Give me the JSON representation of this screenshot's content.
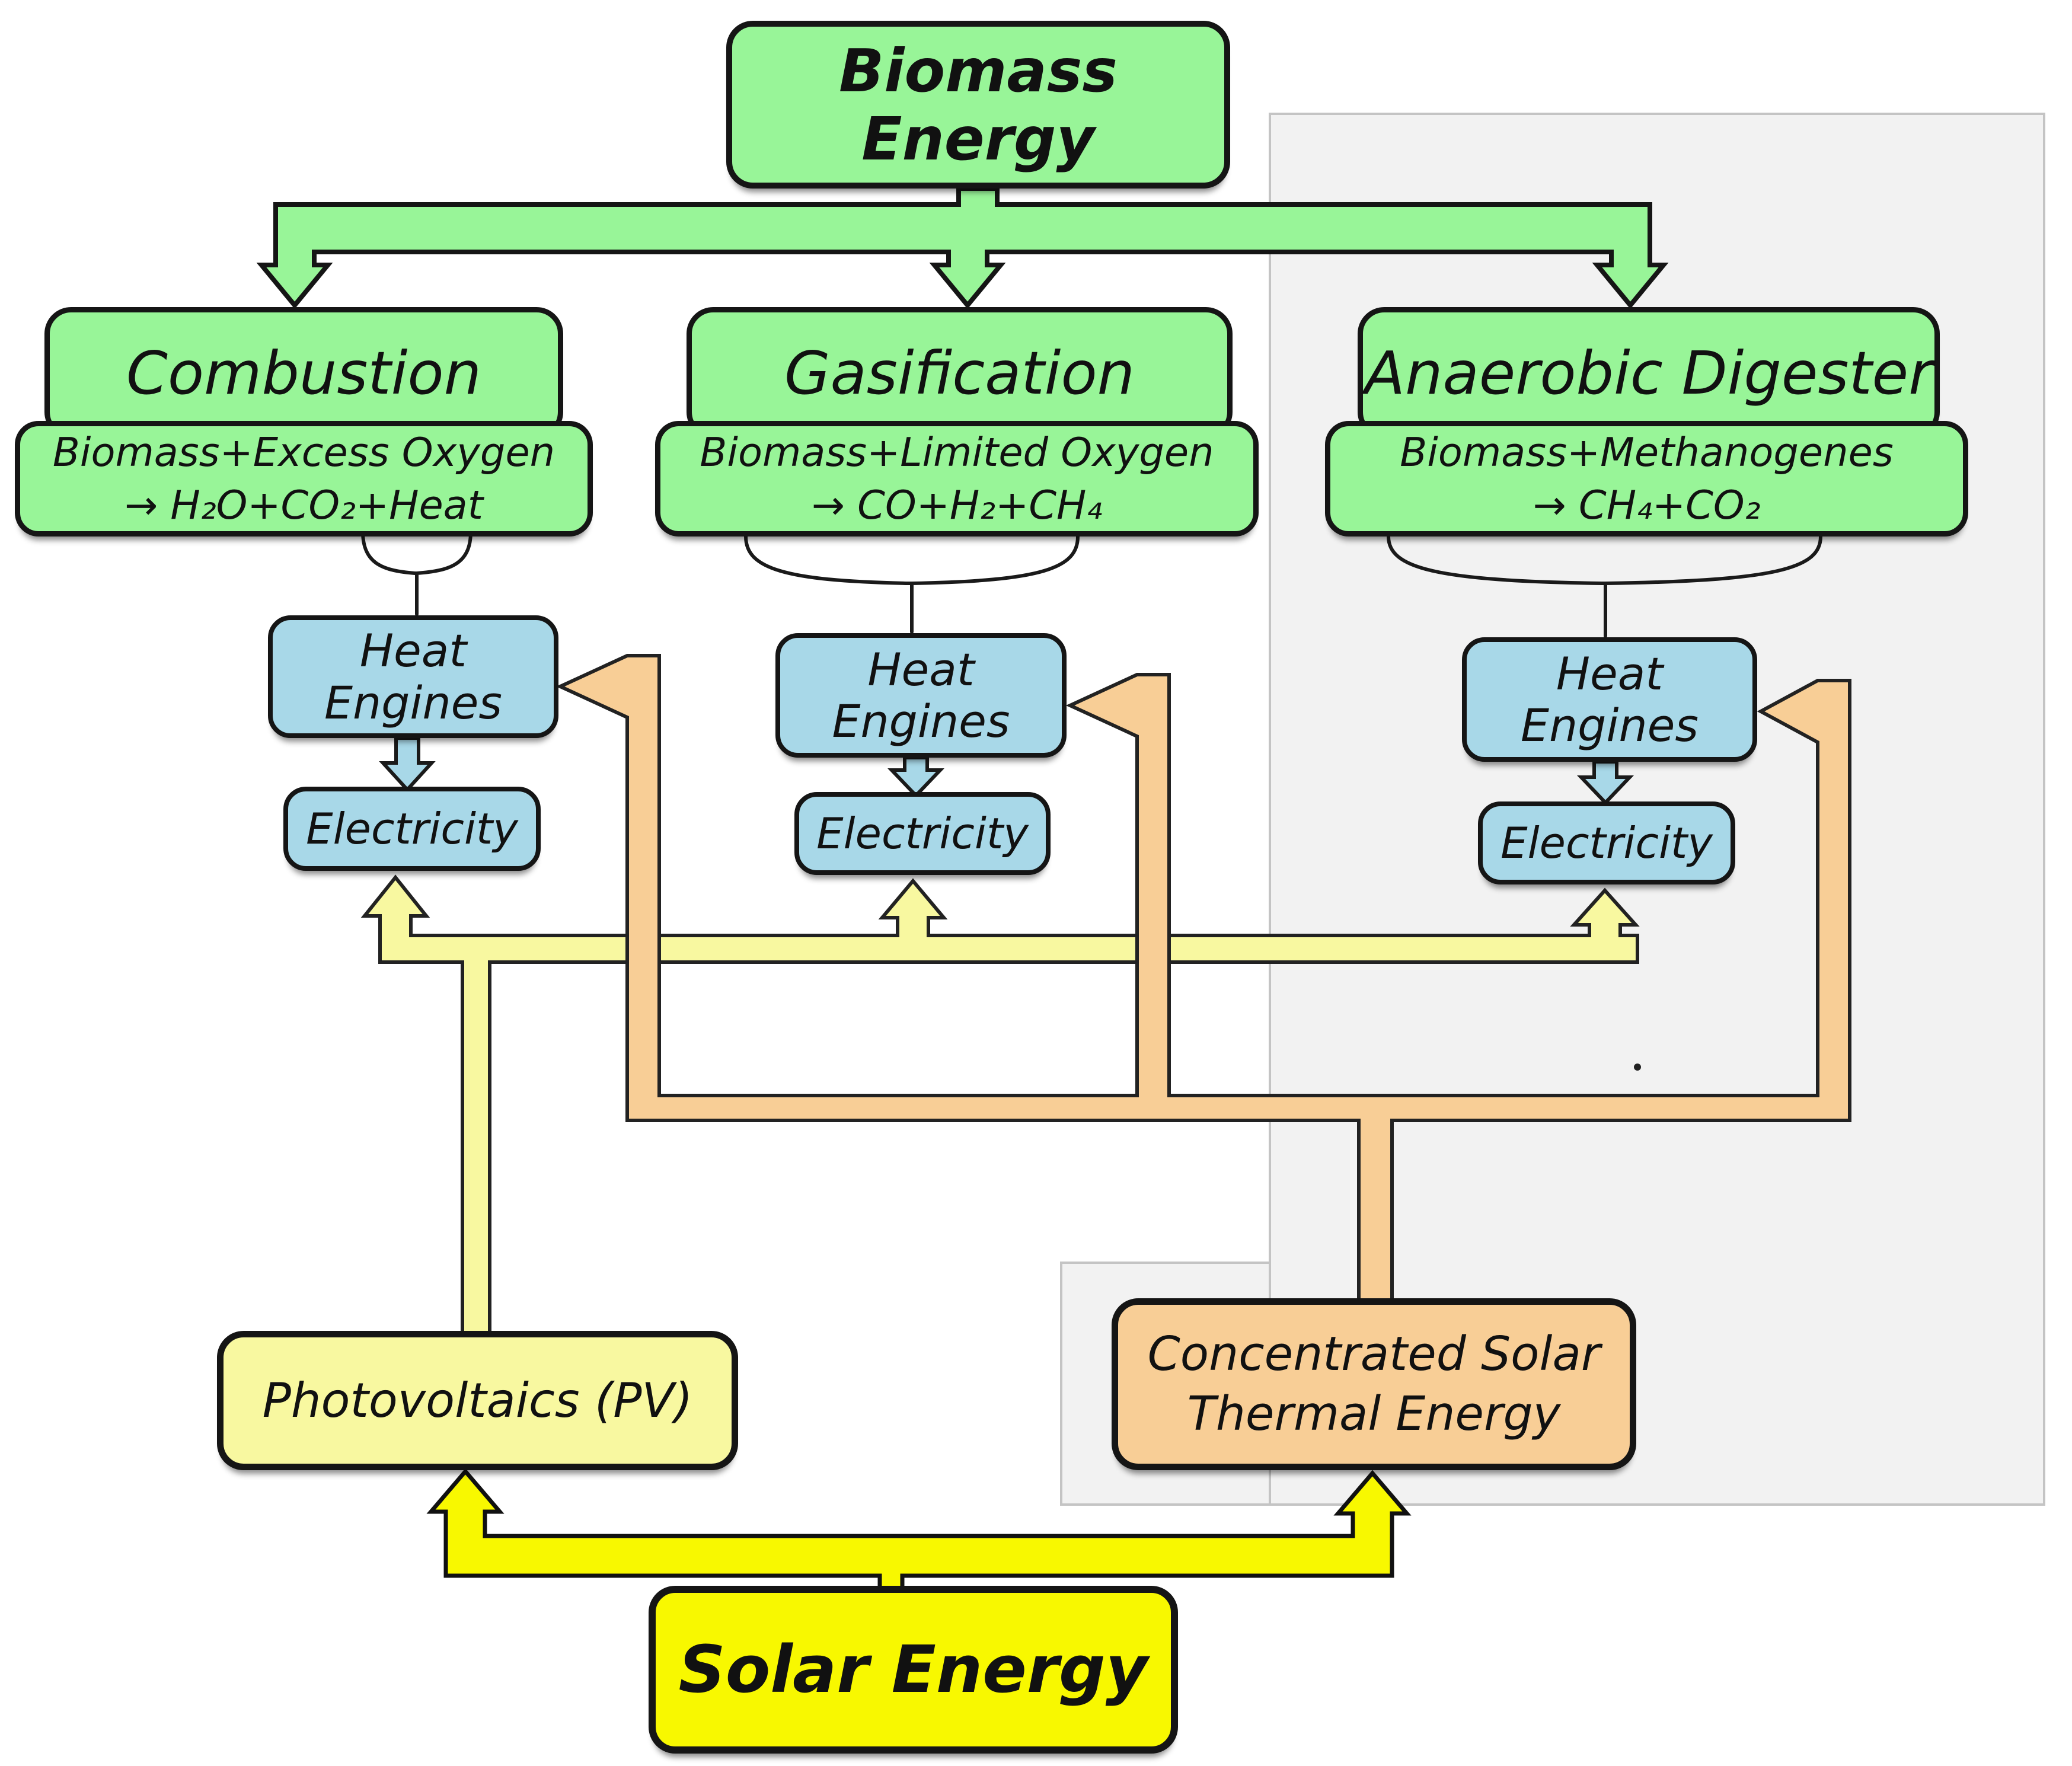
{
  "colors": {
    "green": "#98f598",
    "blue": "#a8d8e8",
    "pale_yellow": "#f8f8a0",
    "bright_yellow": "#f8f800",
    "orange": "#f8ce96",
    "gray_panel": "#f2f2f2",
    "outline": "#151515"
  },
  "nodes": {
    "biomass": {
      "label": "Biomass Energy"
    },
    "solar": {
      "label": "Solar Energy"
    },
    "photovoltaics": {
      "label": "Photovoltaics (PV)"
    },
    "concentrated_solar": {
      "line1": "Concentrated Solar",
      "line2": "Thermal Energy"
    }
  },
  "branches": [
    {
      "title": "Combustion",
      "formula_line1": "Biomass+Excess Oxygen",
      "formula_line2": "→ H₂O+CO₂+Heat",
      "engine": "Heat Engines",
      "output": "Electricity"
    },
    {
      "title": "Gasification",
      "formula_line1": "Biomass+Limited Oxygen",
      "formula_line2": "→ CO+H₂+CH₄",
      "engine": "Heat Engines",
      "output": "Electricity"
    },
    {
      "title": "Anaerobic Digester",
      "formula_line1": "Biomass+Methanogenes",
      "formula_line2": "→ CH₄+CO₂",
      "engine": "Heat Engines",
      "output": "Electricity"
    }
  ]
}
